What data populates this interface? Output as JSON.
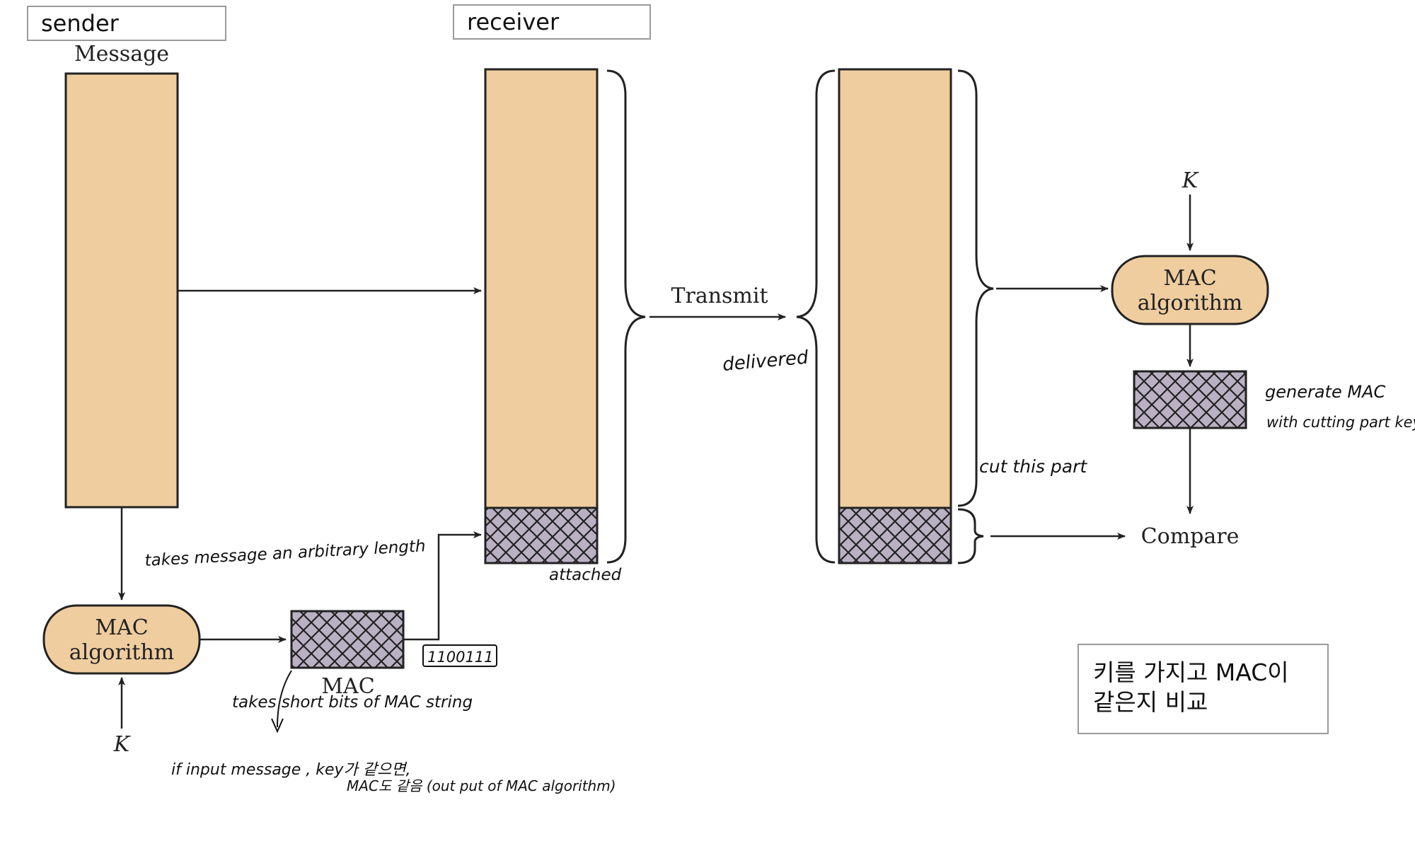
{
  "labels": {
    "sender": "sender",
    "receiver": "receiver",
    "message": "Message",
    "transmit": "Transmit",
    "compare": "Compare",
    "mac": "MAC",
    "mac_algorithm_line1": "MAC",
    "mac_algorithm_line2": "algorithm",
    "key": "K"
  },
  "annotations": {
    "takes_message": "takes message an arbitrary length",
    "bits_sample": "1100111",
    "takes_short_bits": "takes short bits of MAC string",
    "if_input_line1": "if input message , key가 같으면,",
    "if_input_line2": "MAC도 같음 (out put of MAC algorithm)",
    "attached": "attached",
    "delivered": "delivered",
    "cut_this_part": "cut this part",
    "generate_mac_line1": "generate MAC",
    "generate_mac_line2": "with cutting part key"
  },
  "korean_note": {
    "line1": "키를 가지고 MAC이",
    "line2": "같은지 비교"
  },
  "colors": {
    "block_fill": "#EFCD9F",
    "mac_fill": "#B9B1C3",
    "stroke": "#222222"
  }
}
